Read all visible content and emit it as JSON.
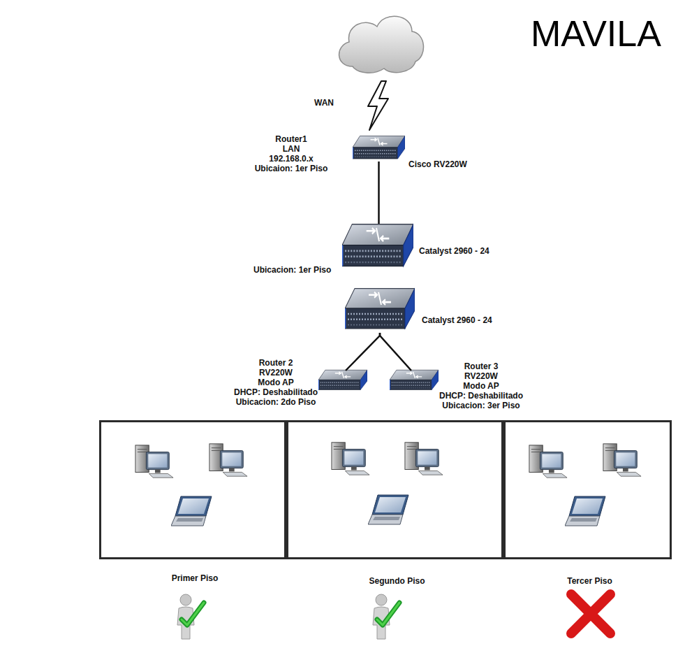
{
  "diagram": {
    "title": "MAVILA",
    "nodes": [
      {
        "text": [
          "Router1 LAN 192.168.0.x Ubicaion: 1er Piso",
          "Cisco RV220W"
        ]
      },
      {
        "text": [
          "Catalyst 2960 - 24"
        ]
      },
      {
        "text": [
          "Catalyst 2960 - 24"
        ]
      },
      {
        "text": [
          "Router 2 RV220W Modo AP DHCP: Deshabilitado Ubicacion: 2do Piso"
        ]
      },
      {
        "text": [
          "Router 3 RV220W Modo AP DHCP: Deshabilitado Ubicacion: 3er Piso"
        ]
      },
      {
        "text": [
          "Primer Piso"
        ]
      },
      {
        "text": [
          "Segundo Piso"
        ]
      },
      {
        "text": [
          "Tercer Piso"
        ]
      }
    ],
    "edges": [
      {
        "from": 0,
        "to": 1,
        "arrow": "none"
      },
      {
        "from": 2,
        "to": 3,
        "arrow": "none"
      },
      {
        "from": 2,
        "to": 4,
        "arrow": "none"
      }
    ],
    "labels": [
      "WAN",
      "Ubicacion: 1er Piso"
    ]
  }
}
